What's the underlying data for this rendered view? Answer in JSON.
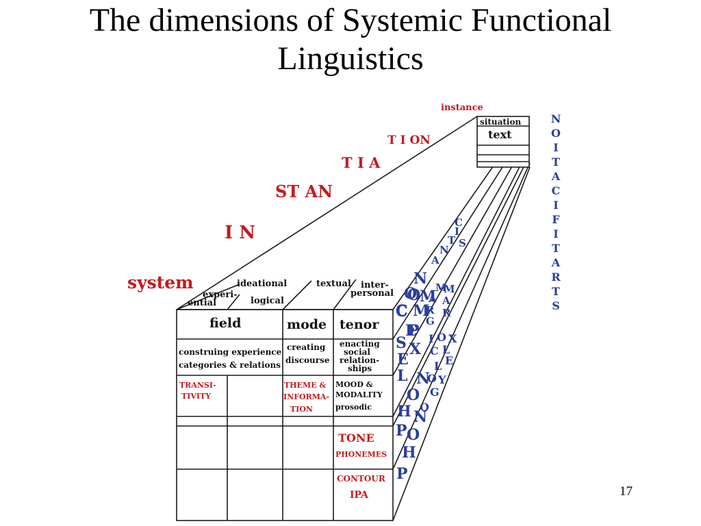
{
  "slide": {
    "title_line1": "The dimensions of Systemic Functional",
    "title_line2": "Linguistics",
    "page_number": "17"
  },
  "colors": {
    "red": "#c8181c",
    "blue": "#2a3e9c",
    "black": "#111111"
  },
  "instantiation": {
    "instance": "instance",
    "system": "system",
    "word_parts": [
      "I N",
      "ST AN",
      "T I A",
      "T I ON"
    ]
  },
  "text_box": {
    "situation": "situation",
    "text": "text"
  },
  "stratification": [
    "S",
    "T",
    "R",
    "A",
    "T",
    "I",
    "F",
    "I",
    "C",
    "A",
    "T",
    "I",
    "O",
    "N"
  ],
  "metafunctions": {
    "ideational": "ideational",
    "experiential_1": "experi-",
    "experiential_2": "ential",
    "logical": "logical",
    "textual": "textual",
    "interpersonal_1": "inter-",
    "interpersonal_2": "personal"
  },
  "table": {
    "headers": {
      "field": "field",
      "mode": "mode",
      "tenor": "tenor"
    },
    "field_desc_1": "construing experience",
    "field_desc_2": "categories & relations",
    "mode_desc_1": "creating",
    "mode_desc_2": "discourse",
    "tenor_desc": [
      "enacting",
      "social",
      "relation-",
      "ships"
    ],
    "transitivity": [
      "TRANSI-",
      "TIVITY"
    ],
    "theme": [
      "THEME &",
      "INFORMA-",
      "TION"
    ],
    "mood": [
      "MOOD &",
      "MODALITY"
    ],
    "prosodic": "prosodic",
    "tone": "TONE",
    "phonemes": "PHONEMES",
    "contour": "CONTOUR",
    "ipa": "IPA"
  },
  "rank": {
    "complexity_letters": [
      "C",
      "O",
      "M",
      "P",
      "L",
      "E",
      "X",
      "I",
      "T",
      "Y"
    ],
    "phonology_letters": [
      "P",
      "H",
      "O",
      "N",
      "O",
      "L",
      "O",
      "G",
      "Y"
    ],
    "lexicogrammar_letters": [
      "L",
      "E",
      "X",
      "I",
      "C",
      "O",
      "G",
      "R",
      "A",
      "M",
      "M",
      "A",
      "R"
    ],
    "semantics_letters": [
      "S",
      "E",
      "M",
      "A",
      "N",
      "T",
      "I",
      "C",
      "S"
    ],
    "context_letters": [
      "C",
      "O",
      "N",
      "T",
      "E",
      "X",
      "T"
    ]
  }
}
